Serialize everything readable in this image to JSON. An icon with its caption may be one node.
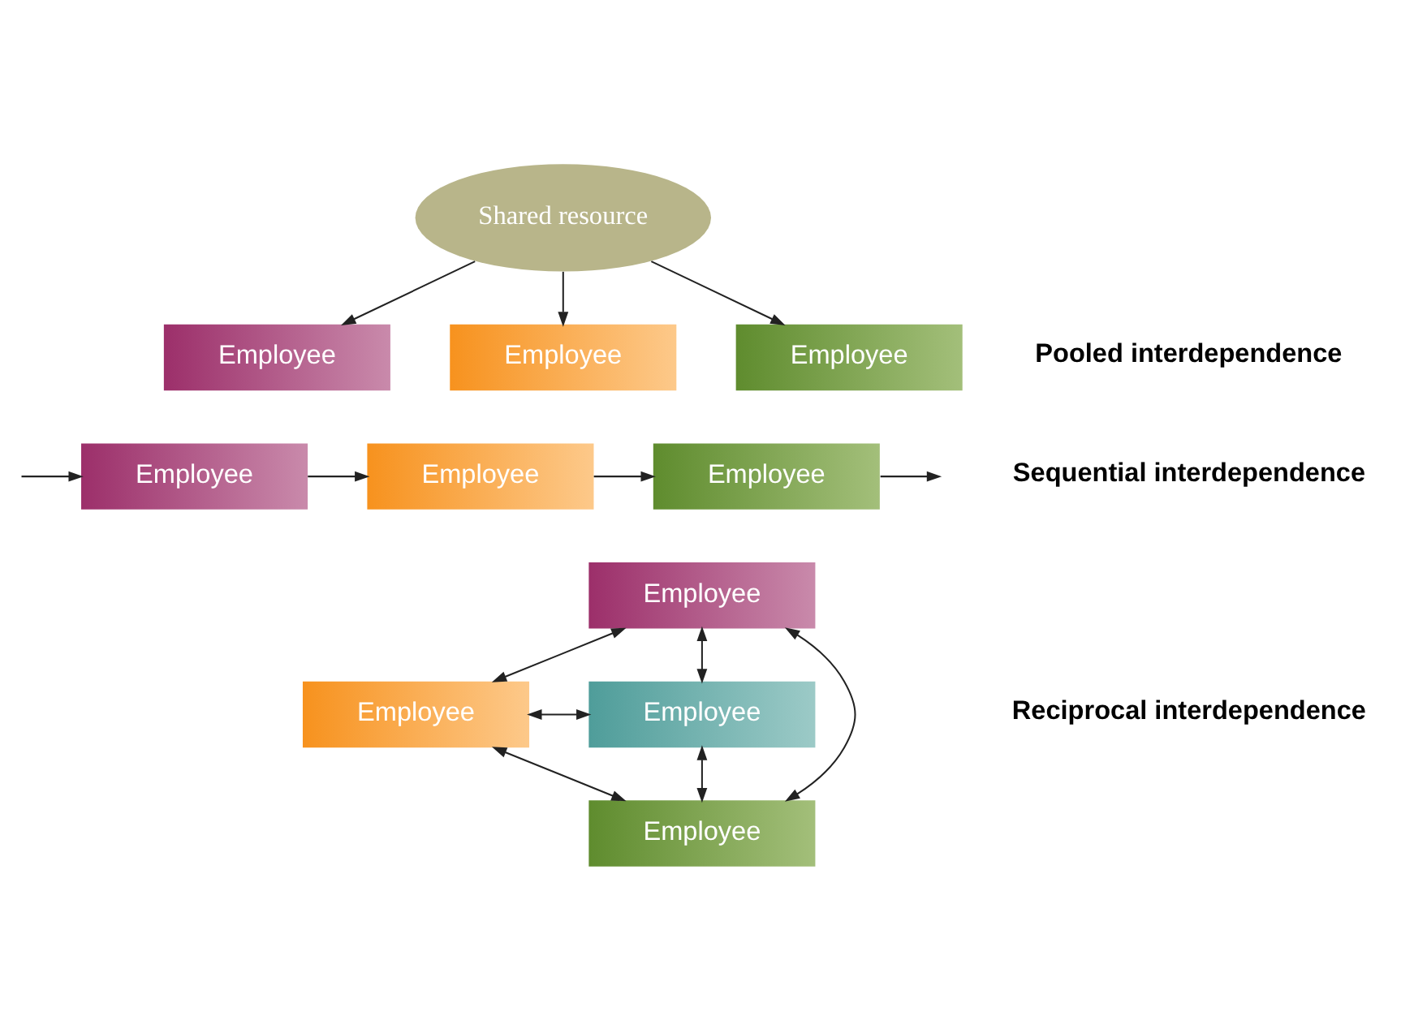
{
  "diagram": {
    "nodes": [
      {
        "text": [
          "Shared resource"
        ]
      },
      {
        "text": [
          "Employee"
        ]
      },
      {
        "text": [
          "Employee"
        ]
      },
      {
        "text": [
          "Employee"
        ]
      },
      {
        "text": [
          "Employee"
        ]
      },
      {
        "text": [
          "Employee"
        ]
      },
      {
        "text": [
          "Employee"
        ]
      },
      {
        "text": [
          "Employee"
        ]
      },
      {
        "text": [
          "Employee"
        ]
      },
      {
        "text": [
          "Employee"
        ]
      },
      {
        "text": [
          "Employee"
        ]
      }
    ],
    "edges": [
      {
        "from": 0,
        "to": 1,
        "arrow": "to"
      },
      {
        "from": 0,
        "to": 2,
        "arrow": "to"
      },
      {
        "from": 0,
        "to": 3,
        "arrow": "to"
      },
      {
        "from": null,
        "to": 4,
        "arrow": "to"
      },
      {
        "from": 4,
        "to": 5,
        "arrow": "to"
      },
      {
        "from": 5,
        "to": 6,
        "arrow": "to"
      },
      {
        "from": 6,
        "to": null,
        "arrow": "to"
      },
      {
        "from": 7,
        "to": 8,
        "arrow": "both"
      },
      {
        "from": 7,
        "to": 9,
        "arrow": "both"
      },
      {
        "from": 7,
        "to": 10,
        "arrow": "both"
      },
      {
        "from": 8,
        "to": 9,
        "arrow": "both"
      },
      {
        "from": 8,
        "to": 10,
        "arrow": "both"
      },
      {
        "from": 9,
        "to": 10,
        "arrow": "both"
      }
    ],
    "labels": [
      "Pooled interdependence",
      "Sequential interdependence",
      "Reciprocal interdependence"
    ]
  }
}
